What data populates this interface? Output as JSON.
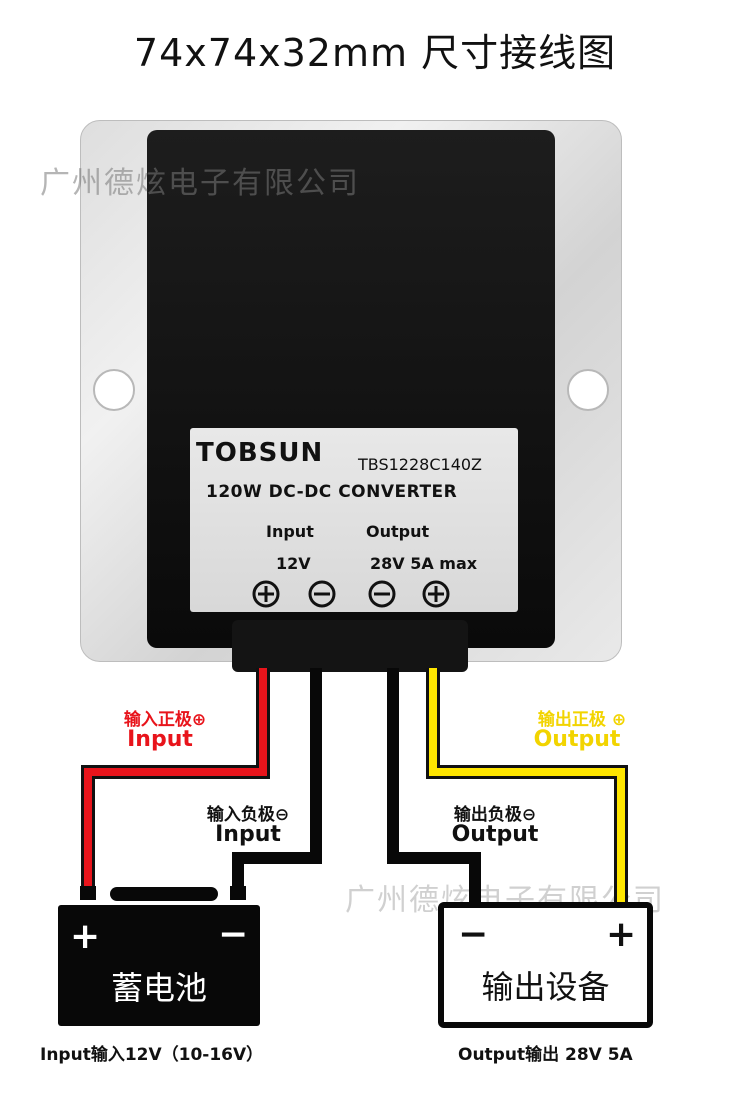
{
  "title": "74x74x32mm 尺寸接线图",
  "watermark": "广州德炫电子有限公司",
  "label": {
    "brand": "TOBSUN",
    "model": "TBS1228C140Z",
    "subtitle": "120W DC-DC CONVERTER",
    "input_heading": "Input",
    "input_value": "12V",
    "output_heading": "Output",
    "output_value": "28V 5A max"
  },
  "wires": {
    "input_pos_cn": "输入正极⊕",
    "input_pos_en": "Input",
    "input_neg_cn": "输入负极⊖",
    "input_neg_en": "Input",
    "output_neg_cn": "输出负极⊖",
    "output_neg_en": "Output",
    "output_pos_cn": "输出正极 ⊕",
    "output_pos_en": "Output"
  },
  "battery": {
    "label": "蓄电池",
    "plus": "+",
    "minus": "−"
  },
  "device": {
    "label": "输出设备",
    "plus": "+",
    "minus": "−"
  },
  "captions": {
    "input": "Input输入12V（10-16V）",
    "output": "Output输出  28V  5A"
  },
  "colors": {
    "input_positive": "#e8141b",
    "negative": "#080808",
    "output_positive": "#ffe600"
  }
}
